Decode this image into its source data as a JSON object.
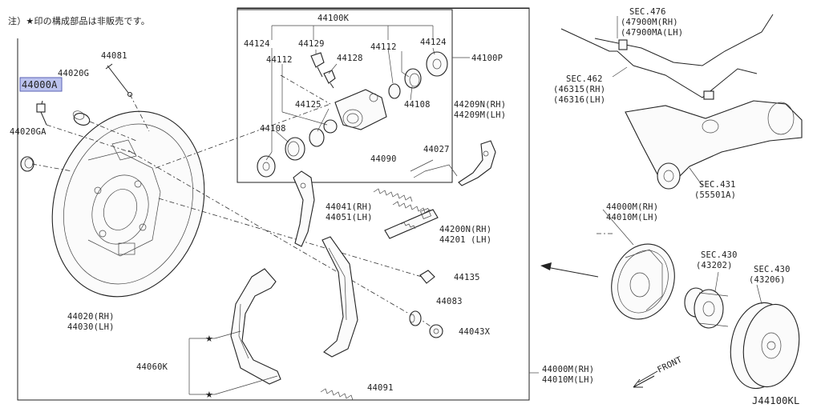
{
  "note": "注）★印の構成部品は非販売です。",
  "star_glyph": "★",
  "diagram_code": "J44100KL",
  "front_label": "FRONT",
  "highlight_color": "#bcc3ee",
  "labels": {
    "p44000A": "44000A",
    "p44020G": "44020G",
    "p44081": "44081",
    "p44020GA": "44020GA",
    "p44020_rh": "44020(RH)",
    "p44030_lh": "44030(LH)",
    "p44100K": "44100K",
    "p44124a": "44124",
    "p44129": "44129",
    "p44112a": "44112",
    "p44128": "44128",
    "p44112b": "44112",
    "p44124b": "44124",
    "p44100P": "44100P",
    "p44125": "44125",
    "p44108a": "44108",
    "p44108b": "44108",
    "p44209N": "44209N(RH)",
    "p44209M": "44209M(LH)",
    "p44090": "44090",
    "p44027": "44027",
    "p44041": "44041(RH)",
    "p44051": "44051(LH)",
    "p44200N": "44200N(RH)",
    "p44201": "44201  (LH)",
    "p44135": "44135",
    "p44083": "44083",
    "p44043X": "44043X",
    "p44060K": "44060K",
    "p44091": "44091",
    "p44000M_box": "44000M(RH)",
    "p44010M_box": "44010M(LH)",
    "sec476": "SEC.476",
    "p47900M": "(47900M(RH)",
    "p47900MA": "(47900MA(LH)",
    "sec462": "SEC.462",
    "p46315": "(46315(RH)",
    "p46316": "(46316(LH)",
    "sec431": "SEC.431",
    "p55501A": "(55501A)",
    "p44000M_r": "44000M(RH)",
    "p44010M_r": "44010M(LH)",
    "sec430a": "SEC.430",
    "p43202": "(43202)",
    "sec430b": "SEC.430",
    "p43206": "(43206)"
  }
}
